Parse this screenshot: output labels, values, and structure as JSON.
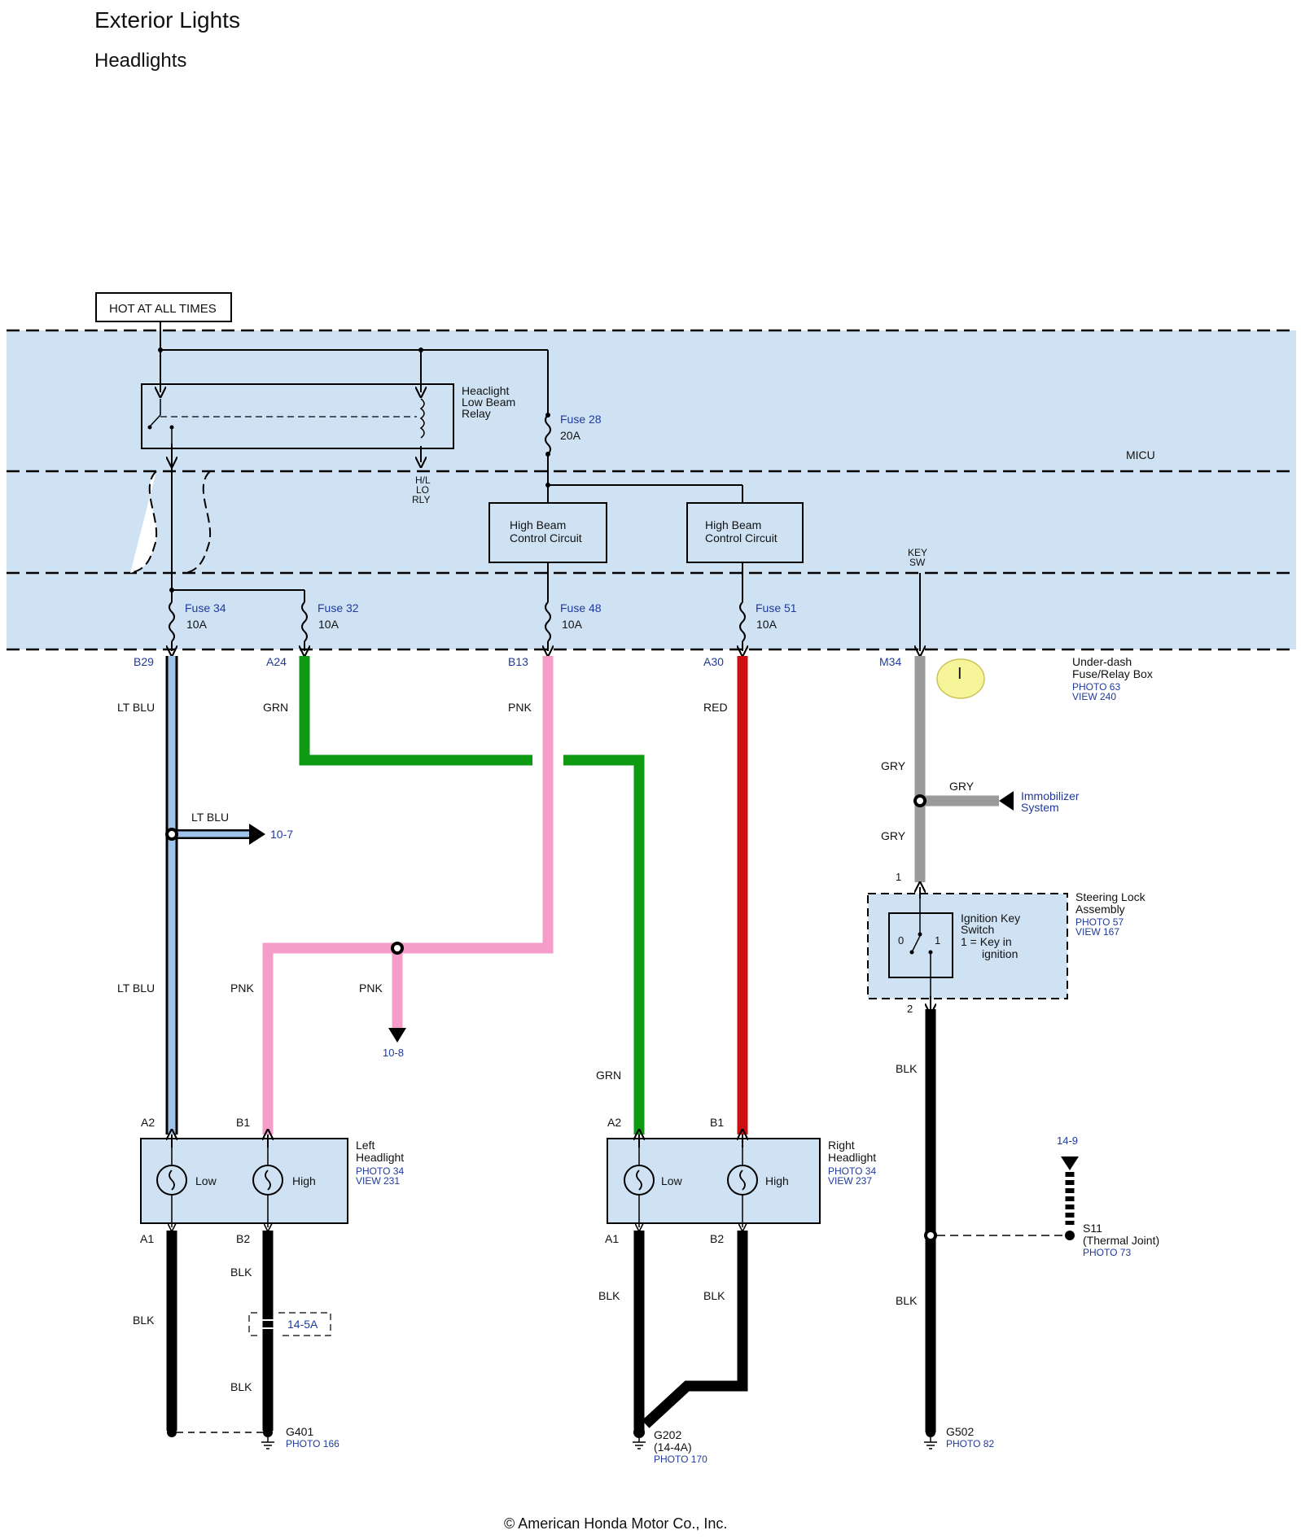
{
  "title": "Exterior Lights",
  "subtitle": "Headlights",
  "hot_label": "HOT AT ALL TIMES",
  "micu_label": "MICU",
  "relay": {
    "l1": "Heaclight",
    "l2": "Low Beam",
    "l3": "Relay",
    "pin1": "H/L",
    "pin2": "LO",
    "pin3": "RLY"
  },
  "fuse28": {
    "name": "Fuse 28",
    "amp": "20A"
  },
  "fuse34": {
    "name": "Fuse 34",
    "amp": "10A"
  },
  "fuse32": {
    "name": "Fuse 32",
    "amp": "10A"
  },
  "fuse48": {
    "name": "Fuse 48",
    "amp": "10A"
  },
  "fuse51": {
    "name": "Fuse 51",
    "amp": "10A"
  },
  "hbcc1": {
    "l1": "High Beam",
    "l2": "Control Circuit"
  },
  "hbcc2": {
    "l1": "High Beam",
    "l2": "Control Circuit"
  },
  "keysw": {
    "l1": "KEY",
    "l2": "SW"
  },
  "pins": {
    "b29": "B29",
    "a24": "A24",
    "b13": "B13",
    "a30": "A30",
    "m34": "M34"
  },
  "underdash": {
    "l1": "Under-dash",
    "l2": "Fuse/Relay Box",
    "photo": "PHOTO 63",
    "view": "VIEW 240"
  },
  "wires": {
    "ltblu": "LT BLU",
    "grn": "GRN",
    "pnk": "PNK",
    "red": "RED",
    "gry": "GRY",
    "blk": "BLK"
  },
  "refs": {
    "r107": "10-7",
    "r108": "10-8",
    "r145a": "14-5A",
    "r149": "14-9"
  },
  "immobilizer": {
    "l1": "Immobilizer",
    "l2": "System"
  },
  "steering": {
    "l1": "Steering Lock",
    "l2": "Assembly",
    "photo": "PHOTO 57",
    "view": "VIEW 167",
    "pin1": "1",
    "pin2": "2"
  },
  "ignition": {
    "l1": "Ignition Key",
    "l2": "Switch",
    "l3": "1 = Key in",
    "l4": "ignition",
    "p0": "0",
    "p1": "1"
  },
  "left_hl": {
    "l1": "Left",
    "l2": "Headlight",
    "photo": "PHOTO 34",
    "view": "VIEW 231",
    "low": "Low",
    "high": "High",
    "a2": "A2",
    "b1": "B1",
    "a1": "A1",
    "b2": "B2"
  },
  "right_hl": {
    "l1": "Right",
    "l2": "Headlight",
    "photo": "PHOTO 34",
    "view": "VIEW 237",
    "low": "Low",
    "high": "High",
    "a2": "A2",
    "b1": "B1",
    "a1": "A1",
    "b2": "B2"
  },
  "s11": {
    "l1": "S11",
    "l2": "(Thermal Joint)",
    "photo": "PHOTO 73"
  },
  "g401": {
    "name": "G401",
    "photo": "PHOTO 166"
  },
  "g202": {
    "name": "G202",
    "sub": "(14-4A)",
    "photo": "PHOTO 170"
  },
  "g502": {
    "name": "G502",
    "photo": "PHOTO 82"
  },
  "marker": "I",
  "copyright": "© American Honda Motor Co., Inc.",
  "colors": {
    "ltblu": "#9ec4ea",
    "grn": "#0f9a14",
    "pnk": "#f59cc8",
    "red": "#cc1010",
    "gry": "#9a9a9a",
    "blk": "#000000",
    "band": "#cfe2f3"
  }
}
